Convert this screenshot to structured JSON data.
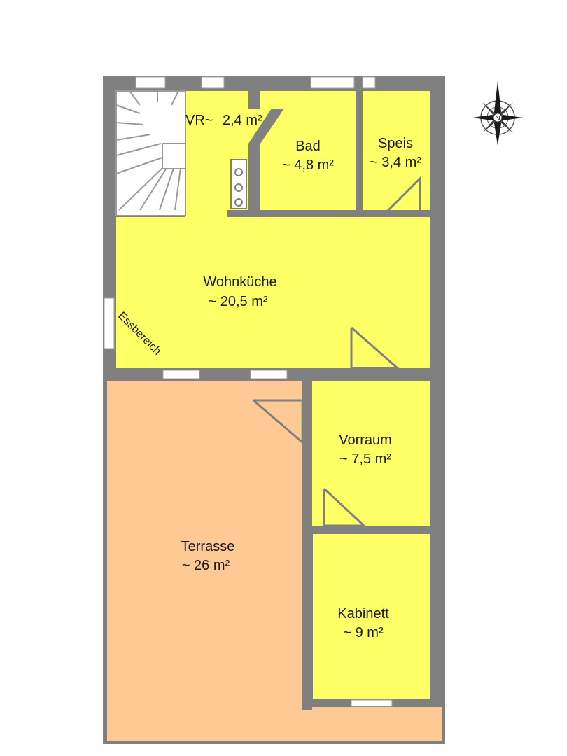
{
  "colors": {
    "room": "#ffff66",
    "terrace": "#ffc996",
    "wall": "#808080",
    "window": "#ffffff"
  },
  "rooms": {
    "vr": {
      "name": "VR~",
      "area": "2,4 m²"
    },
    "bad": {
      "name": "Bad",
      "area": "~ 4,8 m²"
    },
    "speis": {
      "name": "Speis",
      "area": "~ 3,4 m²"
    },
    "wohnkueche": {
      "name": "Wohnküche",
      "area": "~ 20,5 m²"
    },
    "vorraum": {
      "name": "Vorraum",
      "area": "~ 7,5 m²"
    },
    "terrasse": {
      "name": "Terrasse",
      "area": "~ 26 m²"
    },
    "kabinett": {
      "name": "Kabinett",
      "area": "~ 9 m²"
    }
  },
  "annotations": {
    "essbereich": "Essbereich"
  },
  "compass": {
    "north_label": "N",
    "icon": "compass-rose-icon"
  }
}
